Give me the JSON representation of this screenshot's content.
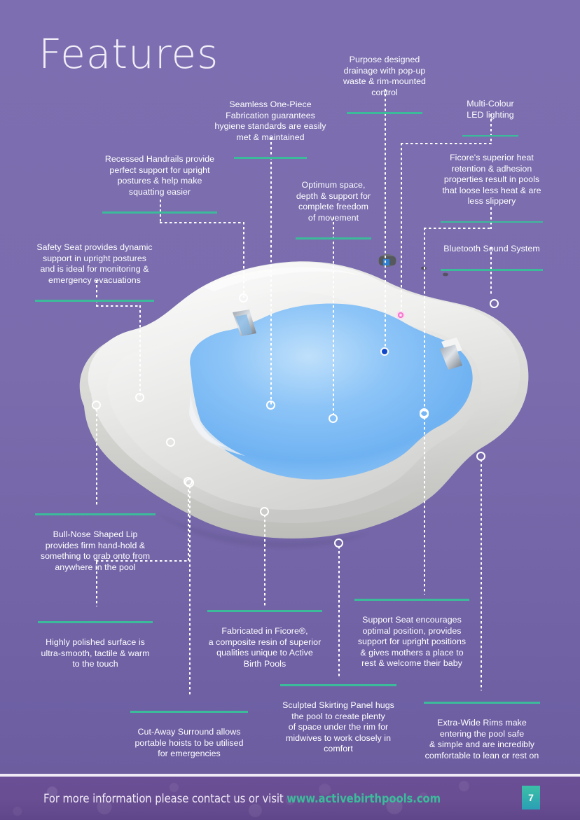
{
  "page": {
    "title": "Features",
    "background_color": "#7a6cad",
    "accent_color": "#3cbb9b",
    "text_color": "#ffffff"
  },
  "callouts": [
    {
      "id": "purpose-drainage",
      "text": "Purpose designed\ndrainage with pop-up\nwaste & rim-mounted\ncontrol"
    },
    {
      "id": "multi-colour-led",
      "text": "Multi-Colour\nLED lighting"
    },
    {
      "id": "seamless-fabrication",
      "text": "Seamless One-Piece\nFabrication guarantees\nhygiene standards are easily\nmet & maintained"
    },
    {
      "id": "ficore-heat-retention",
      "text": "Ficore's superior heat\nretention & adhesion\nproperties result in pools\nthat loose less heat & are\nless slippery"
    },
    {
      "id": "recessed-handrails",
      "text": "Recessed Handrails provide\nperfect support for upright\npostures & help make\nsquatting easier"
    },
    {
      "id": "optimum-space",
      "text": "Optimum space,\ndepth & support for\ncomplete freedom\nof movement"
    },
    {
      "id": "bluetooth-sound-system",
      "text": "Bluetooth Sound System"
    },
    {
      "id": "safety-seat",
      "text": "Safety Seat provides dynamic\nsupport in upright postures\nand is ideal for monitoring &\nemergency evacuations"
    },
    {
      "id": "bull-nose-lip",
      "text": "Bull-Nose Shaped Lip\nprovides firm hand-hold &\nsomething to grab onto from\nanywhere in the pool"
    },
    {
      "id": "highly-polished-surface",
      "text": "Highly polished surface is\nultra-smooth, tactile & warm\nto the touch"
    },
    {
      "id": "fabricated-in-ficore",
      "text": "Fabricated in Ficore®,\na composite resin of superior\nqualities unique to Active\nBirth Pools"
    },
    {
      "id": "support-seat",
      "text": "Support Seat encourages\noptimal position, provides\nsupport for upright positions\n& gives mothers a place to\nrest & welcome their baby"
    },
    {
      "id": "cut-away-surround",
      "text": "Cut-Away Surround allows\nportable hoists to be utilised\nfor emergencies"
    },
    {
      "id": "sculpted-skirting-panel",
      "text": "Sculpted Skirting Panel hugs\nthe pool to create plenty\nof space under the rim for\nmidwives to work closely in\ncomfort"
    },
    {
      "id": "extra-wide-rims",
      "text": "Extra-Wide Rims make\nentering the pool safe\n& simple and are incredibly\ncomfortable to lean or rest on"
    }
  ],
  "footer": {
    "text_before": "For more information please contact us or visit ",
    "url": "www.activebirthpools.com",
    "page_number": "7",
    "badge_color": "#3cc0a6"
  },
  "pool": {
    "alt": "Active Birth Pool product photograph, oval sculpted pool with blue illuminated water",
    "led_marker_color": "#ff7fd0",
    "drain_marker_color": "#1048c8"
  }
}
